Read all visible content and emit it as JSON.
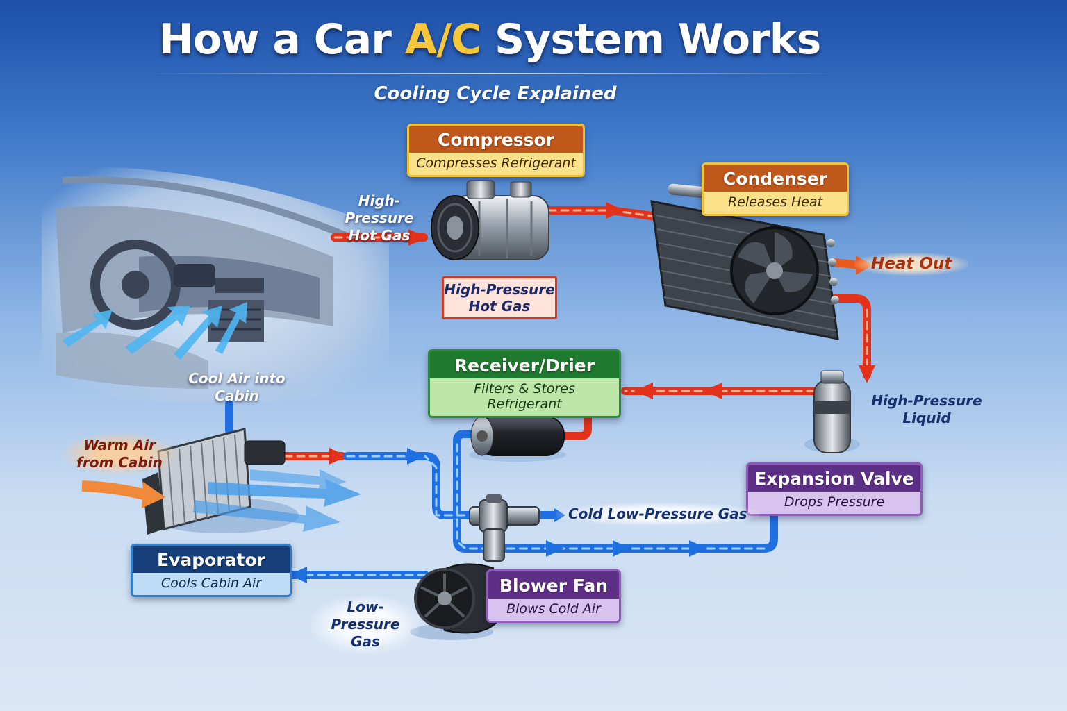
{
  "header": {
    "title_pre": "How a Car ",
    "title_highlight": "A/C",
    "title_post": " System Works",
    "subtitle": "Cooling Cycle Explained"
  },
  "components": {
    "compressor": {
      "name": "Compressor",
      "sub": "Compresses Refrigerant"
    },
    "condenser": {
      "name": "Condenser",
      "sub": "Releases Heat"
    },
    "receiver": {
      "name": "Receiver/Drier",
      "sub": "Filters & Stores Refrigerant"
    },
    "expansion": {
      "name": "Expansion Valve",
      "sub": "Drops Pressure"
    },
    "evaporator": {
      "name": "Evaporator",
      "sub": "Cools Cabin Air"
    },
    "blower": {
      "name": "Blower Fan",
      "sub": "Blows Cold Air"
    }
  },
  "labels": {
    "hp_gas_in_1": "High-Pressure",
    "hp_gas_in_2": "Hot Gas",
    "hp_hot_box_1": "High-Pressure",
    "hp_hot_box_2": "Hot Gas",
    "heat_out": "Heat Out",
    "hp_liquid_1": "High-Pressure",
    "hp_liquid_2": "Liquid",
    "cool_air": "Cool Air into Cabin",
    "warm_air_1": "Warm Air",
    "warm_air_2": "from Cabin",
    "cold_lp_gas": "Cold Low-Pressure Gas",
    "lp_gas_1": "Low-Pressure",
    "lp_gas_2": "Gas"
  },
  "colors": {
    "hot_line": "#e2321c",
    "cold_line": "#1f6fe0",
    "title_accent": "#f6c63b"
  }
}
